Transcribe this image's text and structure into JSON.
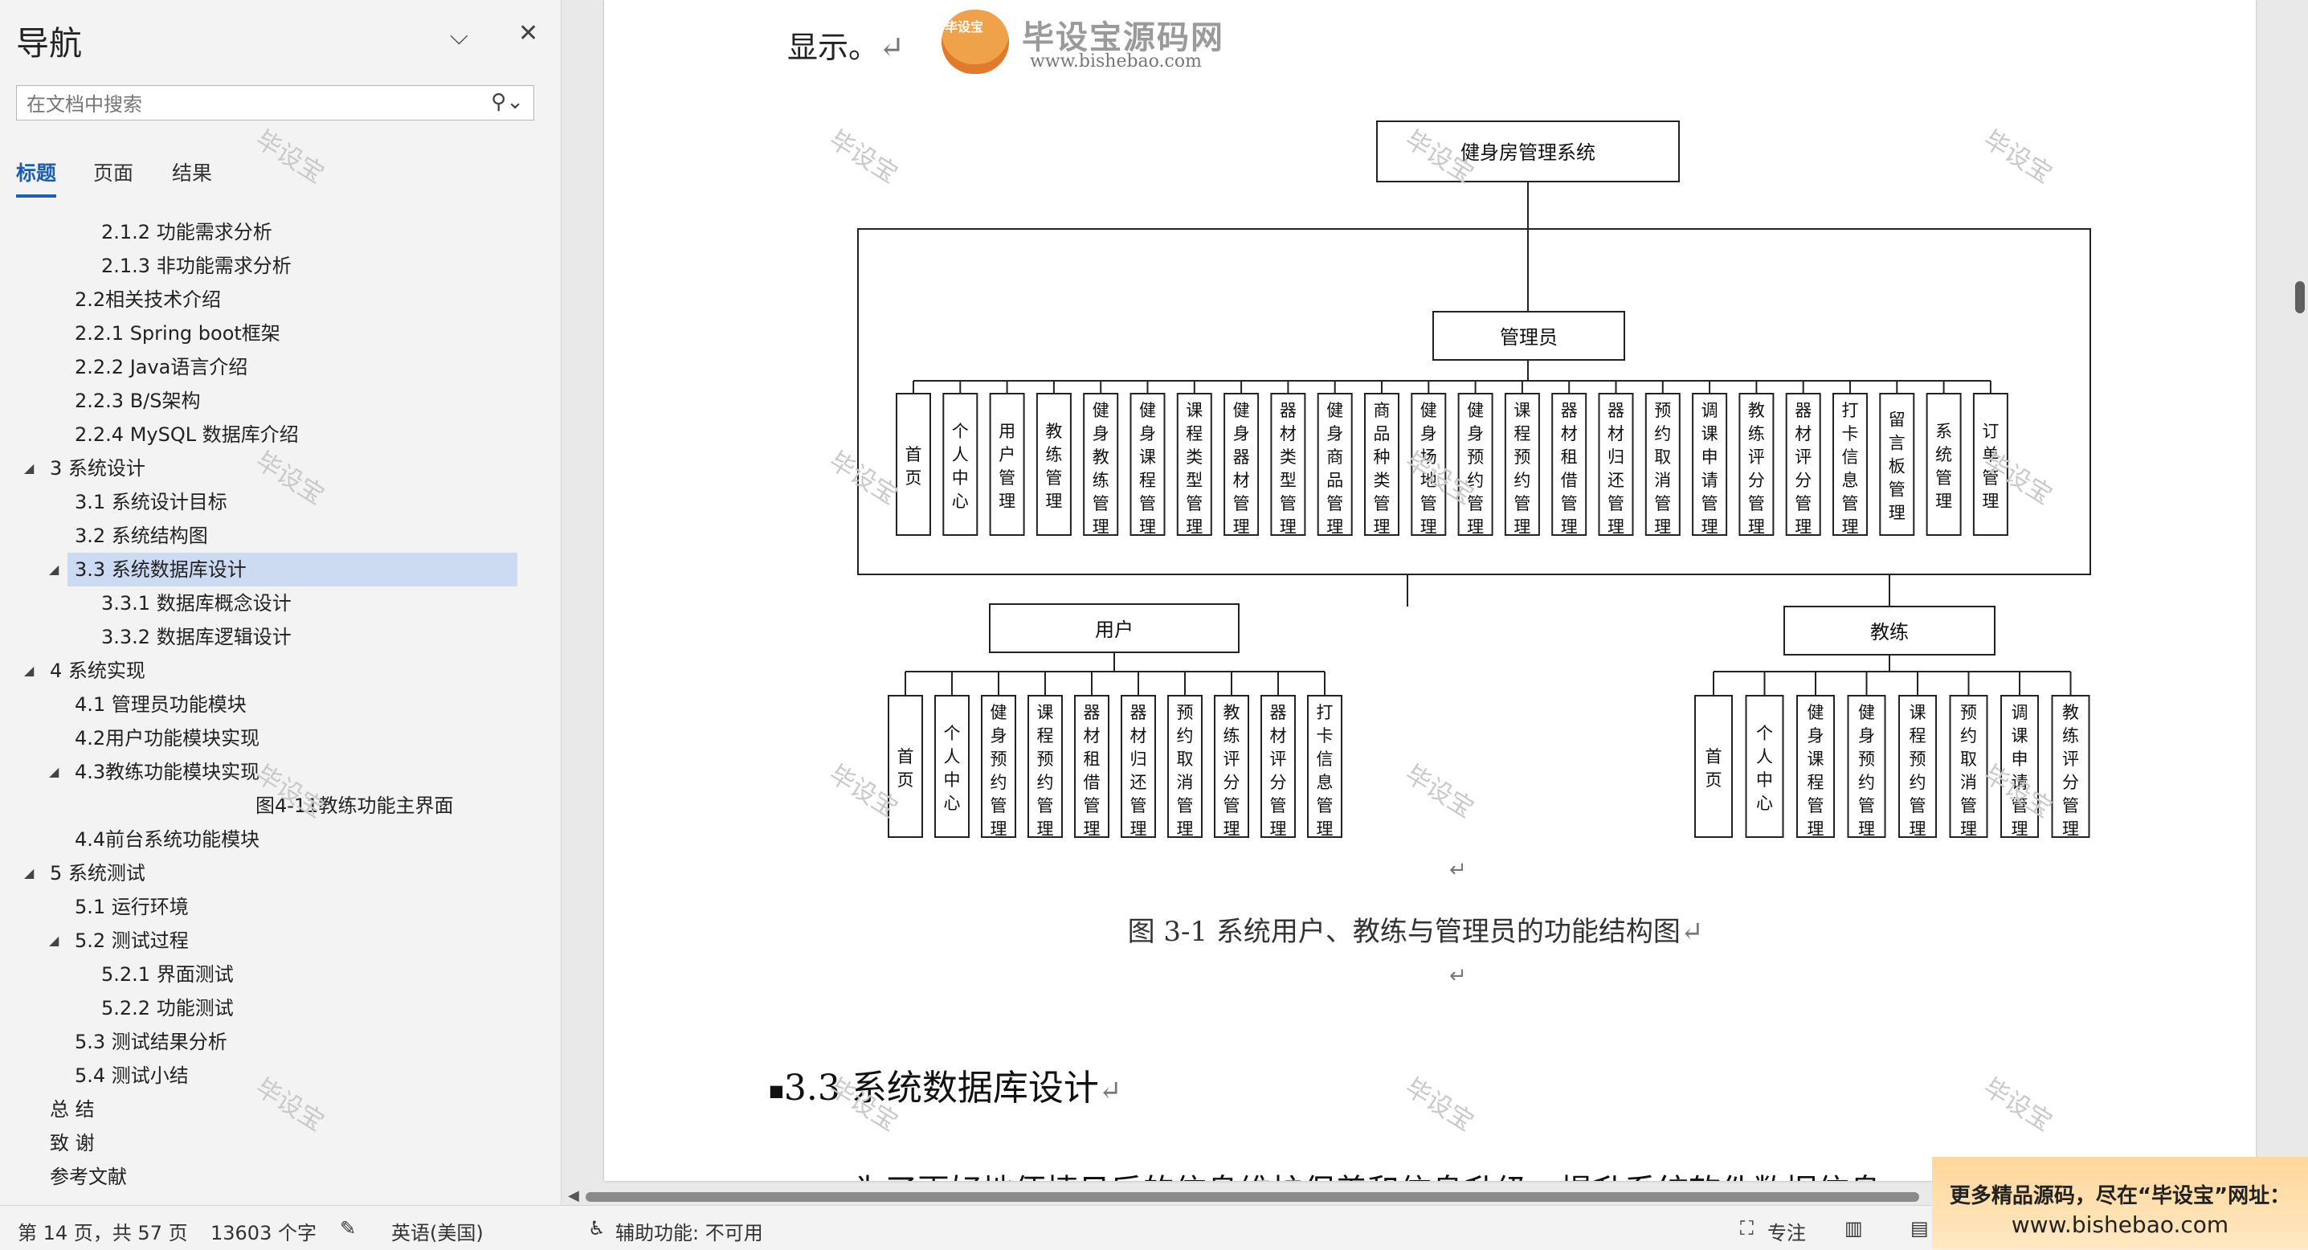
{
  "nav": {
    "title": "导航",
    "search_placeholder": "在文档中搜索",
    "tabs": [
      {
        "label": "标题",
        "active": true
      },
      {
        "label": "页面",
        "active": false
      },
      {
        "label": "结果",
        "active": false
      }
    ],
    "toc": [
      {
        "label": "2.1.2 功能需求分析",
        "level": 3
      },
      {
        "label": "2.1.3 非功能需求分析",
        "level": 3
      },
      {
        "label": "2.2相关技术介绍",
        "level": 2
      },
      {
        "label": "2.2.1 Spring boot框架",
        "level": 2
      },
      {
        "label": "2.2.2 Java语言介绍",
        "level": 2
      },
      {
        "label": "2.2.3 B/S架构",
        "level": 2
      },
      {
        "label": "2.2.4 MySQL 数据库介绍",
        "level": 2
      },
      {
        "label": "3 系统设计",
        "level": 1,
        "expanded": true
      },
      {
        "label": "3.1 系统设计目标",
        "level": 2
      },
      {
        "label": "3.2 系统结构图",
        "level": 2
      },
      {
        "label": "3.3 系统数据库设计",
        "level": 2,
        "expanded": true,
        "selected": true
      },
      {
        "label": "3.3.1 数据库概念设计",
        "level": 3
      },
      {
        "label": "3.3.2 数据库逻辑设计",
        "level": 3
      },
      {
        "label": "4 系统实现",
        "level": 1,
        "expanded": true
      },
      {
        "label": "4.1  管理员功能模块",
        "level": 2
      },
      {
        "label": "4.2用户功能模块实现",
        "level": 2
      },
      {
        "label": "4.3教练功能模块实现",
        "level": 2,
        "expanded": true
      },
      {
        "label": "图4-11教练功能主界面",
        "level": 4
      },
      {
        "label": "4.4前台系统功能模块",
        "level": 2
      },
      {
        "label": "5 系统测试",
        "level": 1,
        "expanded": true
      },
      {
        "label": "5.1 运行环境",
        "level": 2
      },
      {
        "label": "5.2 测试过程",
        "level": 2,
        "expanded": true
      },
      {
        "label": "5.2.1 界面测试",
        "level": 3
      },
      {
        "label": "5.2.2 功能测试",
        "level": 3
      },
      {
        "label": "5.3 测试结果分析",
        "level": 2
      },
      {
        "label": "5.4 测试小结",
        "level": 2
      },
      {
        "label": "总 结",
        "level": 1
      },
      {
        "label": "致 谢",
        "level": 1
      },
      {
        "label": "参考文献",
        "level": 1
      }
    ]
  },
  "document": {
    "top_text": "显示。",
    "logo": {
      "name": "毕设宝源码网",
      "url": "www.bishebao.com",
      "badge": "毕设宝"
    },
    "watermark": "毕设宝",
    "diagram": {
      "root": "健身房管理系统",
      "admin": {
        "label": "管理员",
        "children": [
          "首页",
          "个人中心",
          "用户管理",
          "教练管理",
          "健身教练管理",
          "健身课程管理",
          "课程类型管理",
          "健身器材管理",
          "器材类型管理",
          "健身商品管理",
          "商品种类管理",
          "健身场地管理",
          "健身预约管理",
          "课程预约管理",
          "器材租借管理",
          "器材归还管理",
          "预约取消管理",
          "调课申请管理",
          "教练评分管理",
          "器材评分管理",
          "打卡信息管理",
          "留言板管理",
          "系统管理",
          "订单管理"
        ]
      },
      "user": {
        "label": "用户",
        "children": [
          "首页",
          "个人中心",
          "健身预约管理",
          "课程预约管理",
          "器材租借管理",
          "器材归还管理",
          "预约取消管理",
          "教练评分管理",
          "器材评分管理",
          "打卡信息管理"
        ]
      },
      "coach": {
        "label": "教练",
        "children": [
          "首页",
          "个人中心",
          "健身课程管理",
          "健身预约管理",
          "课程预约管理",
          "预约取消管理",
          "调课申请管理",
          "教练评分管理"
        ]
      }
    },
    "caption": "图 3-1  系统用户、教练与管理员的功能结构图",
    "heading": "3.3 系统数据库设计",
    "body_text": "为了更好地便捷日后的信息维护保养和信息升级，提升系统软件数据信息"
  },
  "status": {
    "page": "第 14 页，共 57 页",
    "words": "13603 个字",
    "language": "英语(美国)",
    "accessibility": "辅助功能: 不可用",
    "focus": "专注"
  },
  "ad": {
    "line1": "更多精品源码，尽在“毕设宝”网址：",
    "line2": "www.bishebao.com"
  }
}
